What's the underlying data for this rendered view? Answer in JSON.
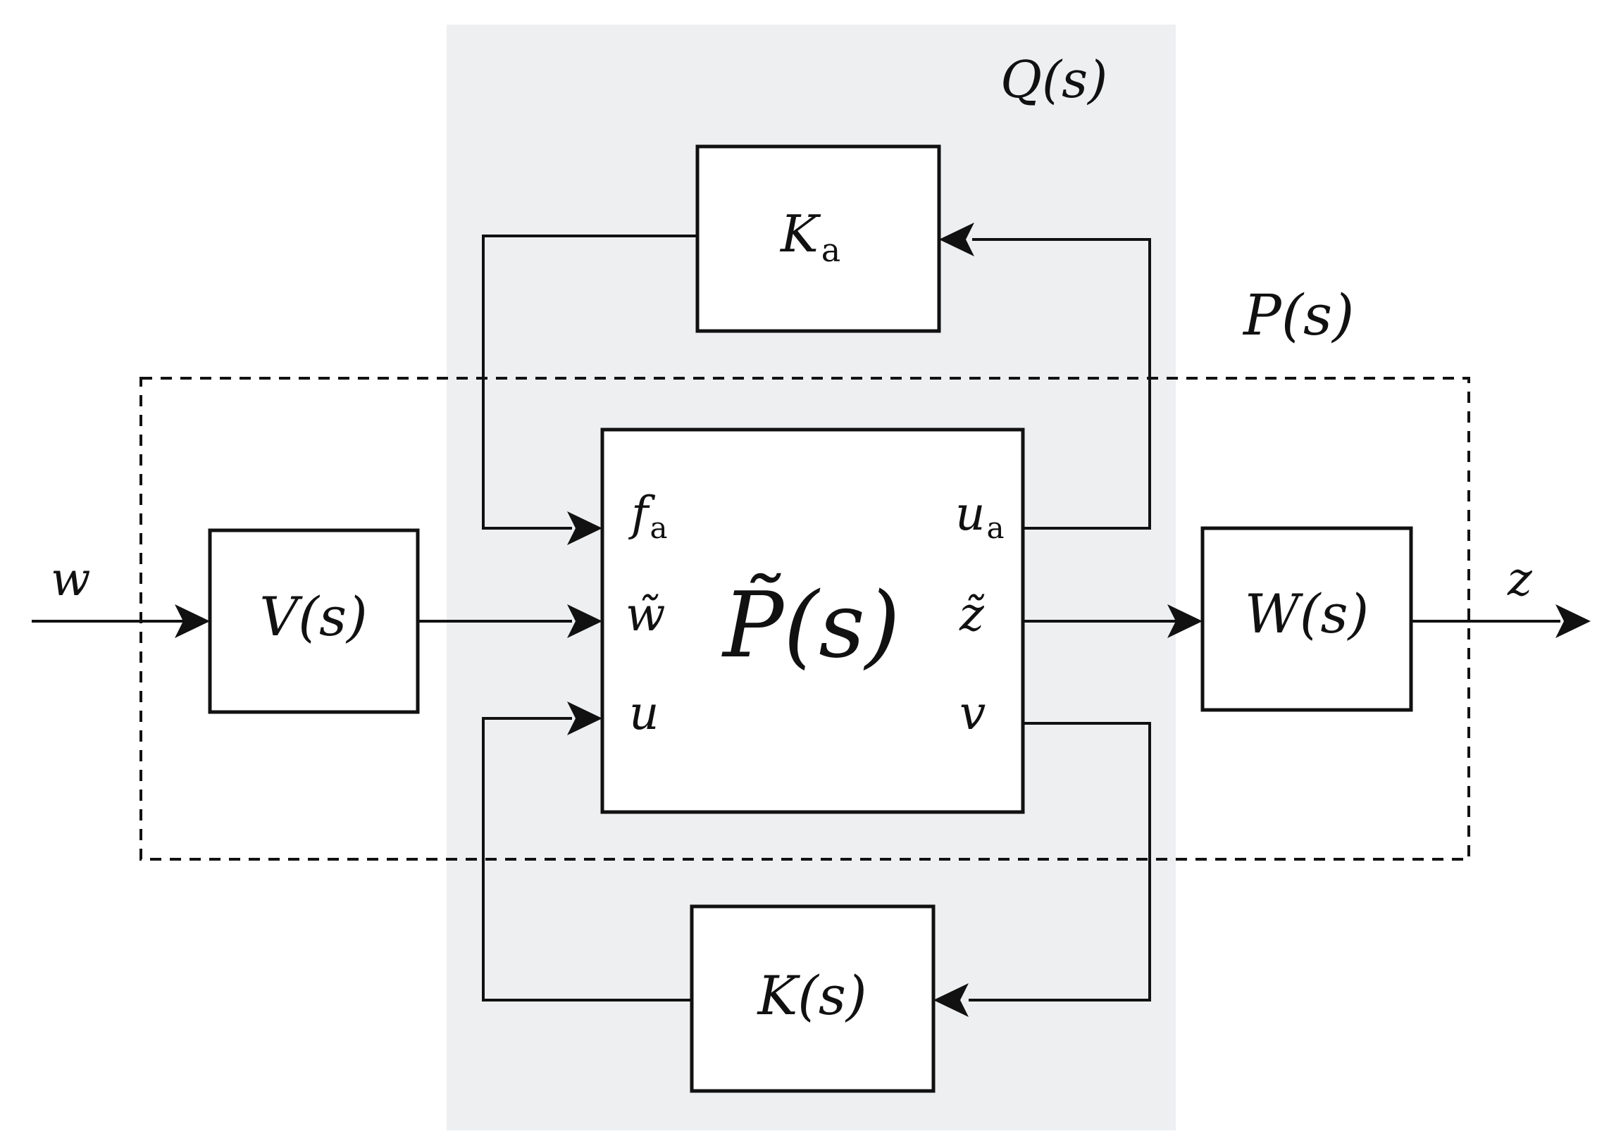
{
  "regions": {
    "q_label": "Q(s)",
    "p_label": "P(s)"
  },
  "blocks": {
    "ka": {
      "main": "K",
      "sub": "a"
    },
    "v": "V(s)",
    "p_tilde": "P̃(s)",
    "w": "W(s)",
    "k": "K(s)"
  },
  "ports": {
    "inputs": {
      "fa": {
        "main": "f",
        "sub": "a"
      },
      "w_tilde": "w̃",
      "u": "u"
    },
    "outputs": {
      "ua": {
        "main": "u",
        "sub": "a"
      },
      "z_tilde": "z̃",
      "v": "v"
    }
  },
  "signals": {
    "w_in": "w",
    "z_out": "z"
  },
  "colors": {
    "q_region_fill": "#eeeff1",
    "stroke": "#111111",
    "block_fill": "#ffffff"
  }
}
